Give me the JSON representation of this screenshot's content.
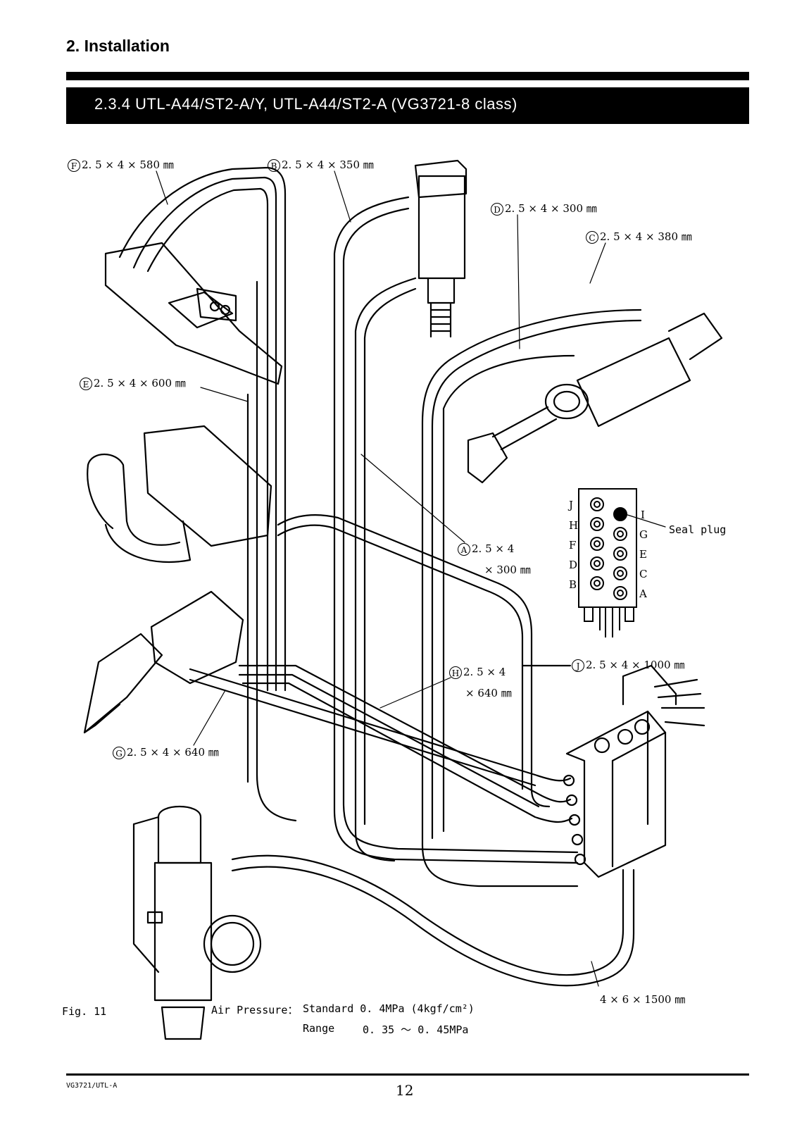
{
  "header": {
    "section": "2. Installation",
    "title": "2.3.4   UTL-A44/ST2-A/Y, UTL-A44/ST2-A (VG3721-8 class)"
  },
  "figure": {
    "labels": {
      "F": {
        "letter": "F",
        "spec": "2. 5 × 4 × 580 ㎜"
      },
      "B": {
        "letter": "B",
        "spec": "2. 5 × 4 × 350 ㎜"
      },
      "D": {
        "letter": "D",
        "spec": "2. 5 × 4 × 300 ㎜"
      },
      "C": {
        "letter": "C",
        "spec": "2. 5 × 4 × 380 ㎜"
      },
      "E": {
        "letter": "E",
        "spec": "2. 5 × 4 × 600 ㎜"
      },
      "A": {
        "letter": "A",
        "spec_line1": "2. 5 × 4",
        "spec_line2": "× 300 ㎜"
      },
      "H": {
        "letter": "H",
        "spec_line1": "2. 5 × 4",
        "spec_line2": "× 640 ㎜"
      },
      "J": {
        "letter": "J",
        "spec": "2. 5 × 4 × 1000 ㎜"
      },
      "G": {
        "letter": "G",
        "spec": "2. 5 × 4 × 640 ㎜"
      },
      "main": "4 × 6 × 1500 ㎜"
    },
    "valve_ports": {
      "left": [
        "J",
        "H",
        "F",
        "D",
        "B"
      ],
      "right": [
        "I",
        "G",
        "E",
        "C",
        "A"
      ],
      "seal_plug": "Seal plug"
    },
    "fig_label": "Fig.  11",
    "air_pressure": {
      "label": "Air Pressure：",
      "standard": "Standard  0. 4MPa (4kgf/cm²)",
      "range_label": "Range",
      "range_value": "0. 35 〜 0. 45MPa"
    }
  },
  "footer": {
    "code": "VG3721/UTL-A",
    "page": "12"
  }
}
